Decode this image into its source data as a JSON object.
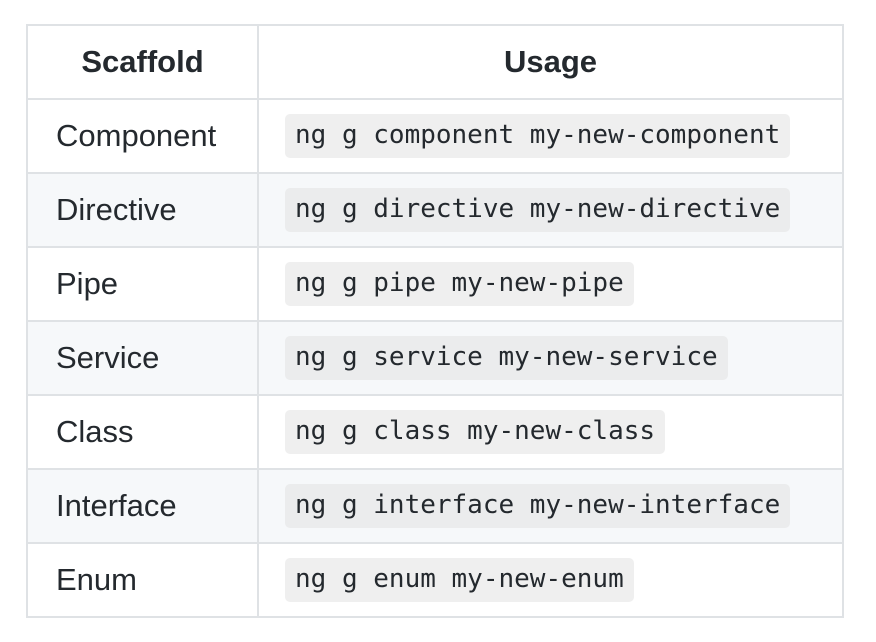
{
  "table": {
    "headers": {
      "scaffold": "Scaffold",
      "usage": "Usage"
    },
    "rows": [
      {
        "scaffold": "Component",
        "usage": "ng g component my-new-component"
      },
      {
        "scaffold": "Directive",
        "usage": "ng g directive my-new-directive"
      },
      {
        "scaffold": "Pipe",
        "usage": "ng g pipe my-new-pipe"
      },
      {
        "scaffold": "Service",
        "usage": "ng g service my-new-service"
      },
      {
        "scaffold": "Class",
        "usage": "ng g class my-new-class"
      },
      {
        "scaffold": "Interface",
        "usage": "ng g interface my-new-interface"
      },
      {
        "scaffold": "Enum",
        "usage": "ng g enum my-new-enum"
      }
    ]
  },
  "colors": {
    "border": "#dfe2e5",
    "alt_row_background": "#f6f8fa",
    "code_background": "#efefef",
    "text": "#24292e"
  }
}
